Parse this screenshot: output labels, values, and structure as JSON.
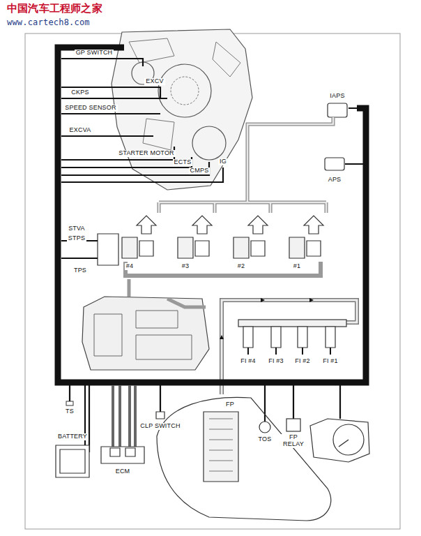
{
  "diagram": {
    "labels": [
      "中国汽车工程师之家",
      "www.cartech8.com",
      "GP SWITCH",
      "EXCV",
      "CKPS",
      "SPEED SENSOR",
      "EXCVA",
      "STARTER MOTOR",
      "ECTS",
      "CMPS",
      "IG",
      "IAPS",
      "APS",
      "STVA",
      "STPS",
      "TPS",
      "#4",
      "#3",
      "#2",
      "#1",
      "FI #4",
      "FI #3",
      "FI #2",
      "FI #1",
      "TS",
      "BATTERY",
      "ECM",
      "CLP SWITCH",
      "FP",
      "TOS",
      "FP RELAY"
    ]
  }
}
